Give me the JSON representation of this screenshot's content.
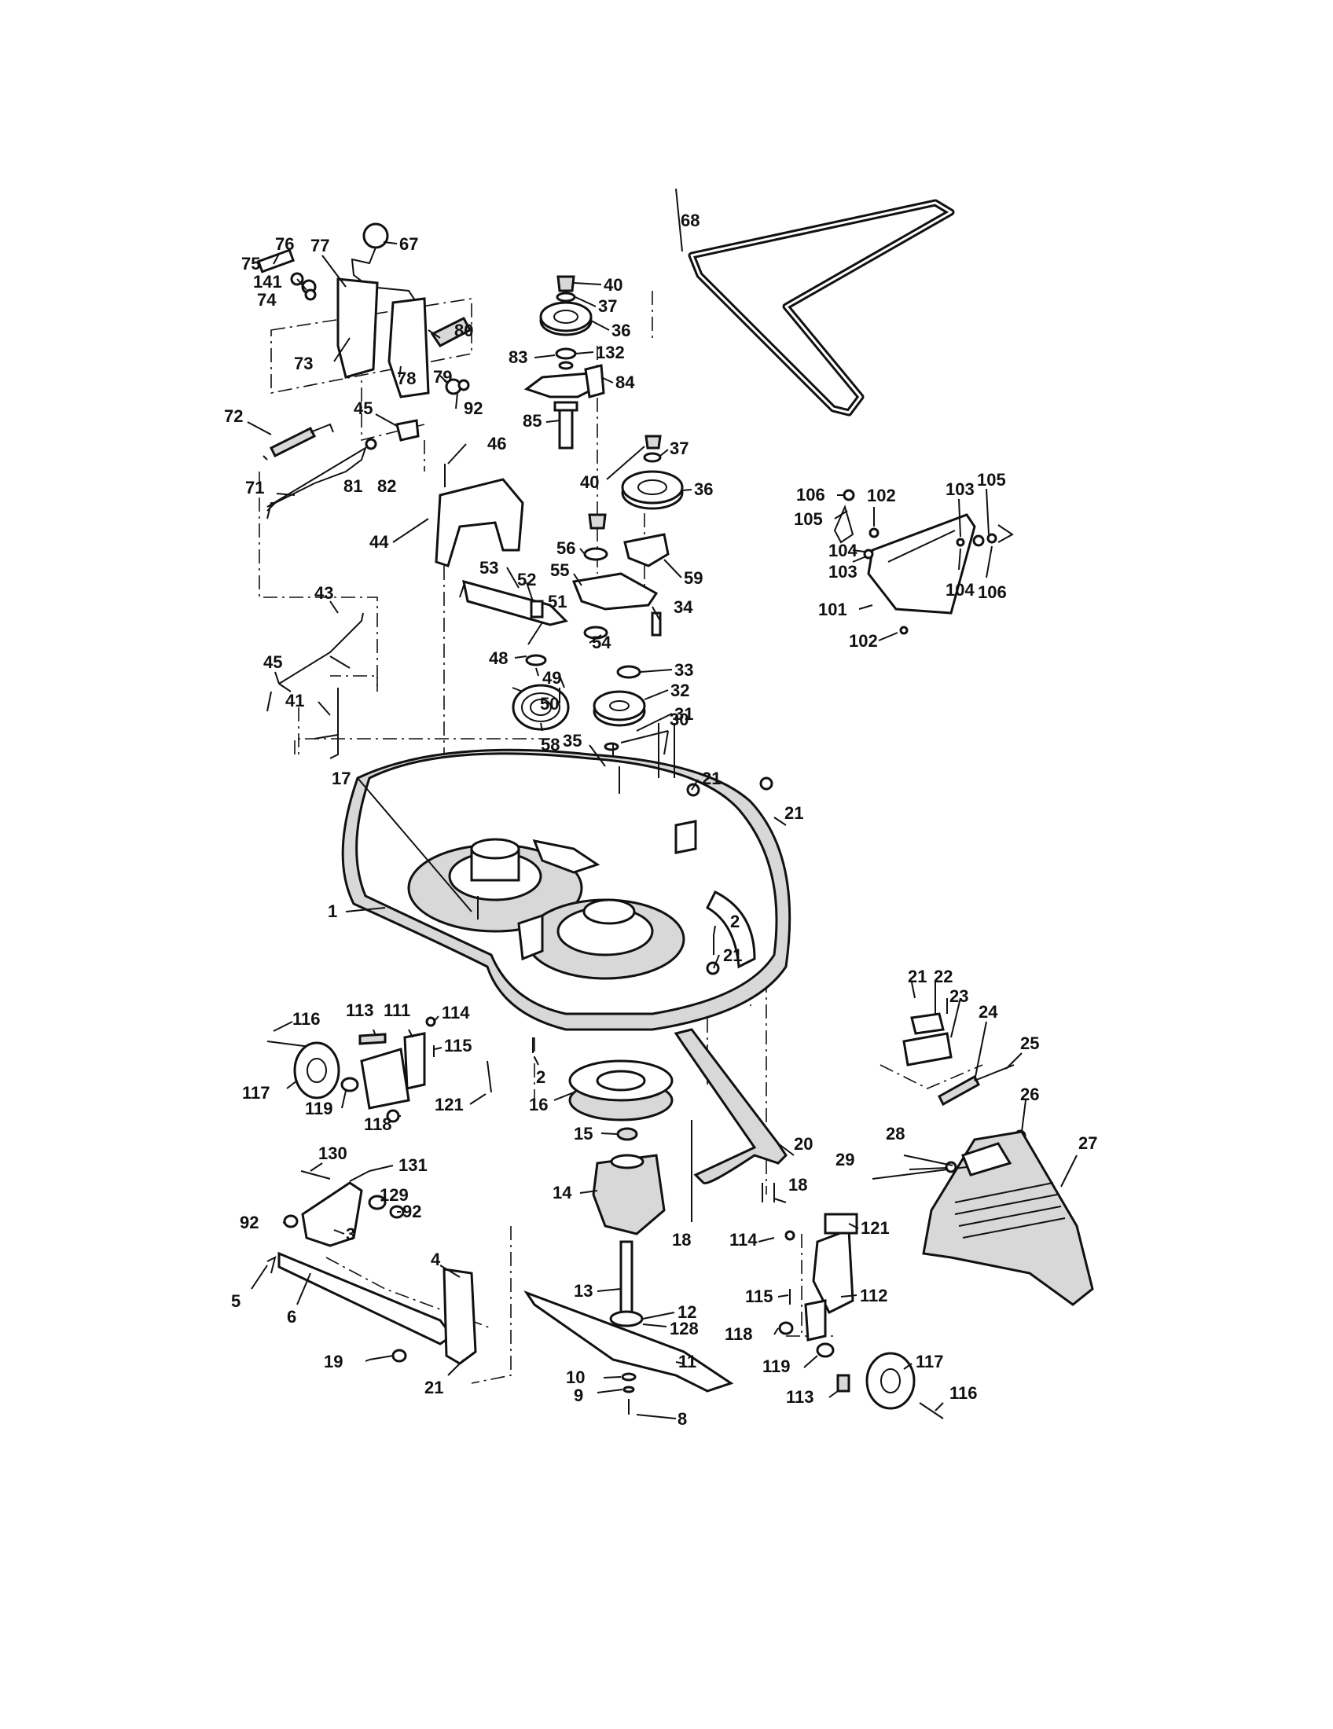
{
  "diagram": {
    "callouts": [
      {
        "id": "c67",
        "label": "67"
      },
      {
        "id": "c76",
        "label": "76"
      },
      {
        "id": "c77",
        "label": "77"
      },
      {
        "id": "c75",
        "label": "75"
      },
      {
        "id": "c141",
        "label": "141"
      },
      {
        "id": "c74",
        "label": "74"
      },
      {
        "id": "c73",
        "label": "73"
      },
      {
        "id": "c80",
        "label": "80"
      },
      {
        "id": "c78",
        "label": "78"
      },
      {
        "id": "c79",
        "label": "79"
      },
      {
        "id": "c92a",
        "label": "92"
      },
      {
        "id": "c72",
        "label": "72"
      },
      {
        "id": "c45a",
        "label": "45"
      },
      {
        "id": "c81",
        "label": "81"
      },
      {
        "id": "c82",
        "label": "82"
      },
      {
        "id": "c46",
        "label": "46"
      },
      {
        "id": "c71",
        "label": "71"
      },
      {
        "id": "c44",
        "label": "44"
      },
      {
        "id": "c43",
        "label": "43"
      },
      {
        "id": "c45b",
        "label": "45"
      },
      {
        "id": "c41",
        "label": "41"
      },
      {
        "id": "c40a",
        "label": "40"
      },
      {
        "id": "c37a",
        "label": "37"
      },
      {
        "id": "c36a",
        "label": "36"
      },
      {
        "id": "c83",
        "label": "83"
      },
      {
        "id": "c132",
        "label": "132"
      },
      {
        "id": "c84",
        "label": "84"
      },
      {
        "id": "c85",
        "label": "85"
      },
      {
        "id": "c68",
        "label": "68"
      },
      {
        "id": "c37b",
        "label": "37"
      },
      {
        "id": "c40b",
        "label": "40"
      },
      {
        "id": "c36b",
        "label": "36"
      },
      {
        "id": "c56",
        "label": "56"
      },
      {
        "id": "c55",
        "label": "55"
      },
      {
        "id": "c59",
        "label": "59"
      },
      {
        "id": "c53",
        "label": "53"
      },
      {
        "id": "c52",
        "label": "52"
      },
      {
        "id": "c51",
        "label": "51"
      },
      {
        "id": "c34",
        "label": "34"
      },
      {
        "id": "c54",
        "label": "54"
      },
      {
        "id": "c33",
        "label": "33"
      },
      {
        "id": "c48",
        "label": "48"
      },
      {
        "id": "c49",
        "label": "49"
      },
      {
        "id": "c32",
        "label": "32"
      },
      {
        "id": "c50",
        "label": "50"
      },
      {
        "id": "c31",
        "label": "31"
      },
      {
        "id": "c58",
        "label": "58"
      },
      {
        "id": "c35",
        "label": "35"
      },
      {
        "id": "c30",
        "label": "30"
      },
      {
        "id": "c106a",
        "label": "106"
      },
      {
        "id": "c105a",
        "label": "105"
      },
      {
        "id": "c102a",
        "label": "102"
      },
      {
        "id": "c104a",
        "label": "104"
      },
      {
        "id": "c103a",
        "label": "103"
      },
      {
        "id": "c101",
        "label": "101"
      },
      {
        "id": "c102b",
        "label": "102"
      },
      {
        "id": "c103b",
        "label": "103"
      },
      {
        "id": "c105b",
        "label": "105"
      },
      {
        "id": "c104b",
        "label": "104"
      },
      {
        "id": "c106b",
        "label": "106"
      },
      {
        "id": "c21a",
        "label": "21"
      },
      {
        "id": "c21b",
        "label": "21"
      },
      {
        "id": "c17",
        "label": "17"
      },
      {
        "id": "c1",
        "label": "1"
      },
      {
        "id": "c2a",
        "label": "2"
      },
      {
        "id": "c21c",
        "label": "21"
      },
      {
        "id": "c21d",
        "label": "21"
      },
      {
        "id": "c22",
        "label": "22"
      },
      {
        "id": "c23",
        "label": "23"
      },
      {
        "id": "c24",
        "label": "24"
      },
      {
        "id": "c25",
        "label": "25"
      },
      {
        "id": "c26",
        "label": "26"
      },
      {
        "id": "c116a",
        "label": "116"
      },
      {
        "id": "c113a",
        "label": "113"
      },
      {
        "id": "c111",
        "label": "111"
      },
      {
        "id": "c114a",
        "label": "114"
      },
      {
        "id": "c115a",
        "label": "115"
      },
      {
        "id": "c117a",
        "label": "117"
      },
      {
        "id": "c119a",
        "label": "119"
      },
      {
        "id": "c118a",
        "label": "118"
      },
      {
        "id": "c121a",
        "label": "121"
      },
      {
        "id": "c2b",
        "label": "2"
      },
      {
        "id": "c16",
        "label": "16"
      },
      {
        "id": "c15",
        "label": "15"
      },
      {
        "id": "c20",
        "label": "20"
      },
      {
        "id": "c28",
        "label": "28"
      },
      {
        "id": "c29",
        "label": "29"
      },
      {
        "id": "c27",
        "label": "27"
      },
      {
        "id": "c130",
        "label": "130"
      },
      {
        "id": "c131",
        "label": "131"
      },
      {
        "id": "c129",
        "label": "129"
      },
      {
        "id": "c92b",
        "label": "92"
      },
      {
        "id": "c92c",
        "label": "92"
      },
      {
        "id": "c3",
        "label": "3"
      },
      {
        "id": "c14",
        "label": "14"
      },
      {
        "id": "c18a",
        "label": "18"
      },
      {
        "id": "c18b",
        "label": "18"
      },
      {
        "id": "c114b",
        "label": "114"
      },
      {
        "id": "c121b",
        "label": "121"
      },
      {
        "id": "c4",
        "label": "4"
      },
      {
        "id": "c5",
        "label": "5"
      },
      {
        "id": "c6",
        "label": "6"
      },
      {
        "id": "c13",
        "label": "13"
      },
      {
        "id": "c115b",
        "label": "115"
      },
      {
        "id": "c112",
        "label": "112"
      },
      {
        "id": "c12",
        "label": "12"
      },
      {
        "id": "c128",
        "label": "128"
      },
      {
        "id": "c118b",
        "label": "118"
      },
      {
        "id": "c11",
        "label": "11"
      },
      {
        "id": "c19",
        "label": "19"
      },
      {
        "id": "c21e",
        "label": "21"
      },
      {
        "id": "c119b",
        "label": "119"
      },
      {
        "id": "c117b",
        "label": "117"
      },
      {
        "id": "c10",
        "label": "10"
      },
      {
        "id": "c9",
        "label": "9"
      },
      {
        "id": "c113b",
        "label": "113"
      },
      {
        "id": "c116b",
        "label": "116"
      },
      {
        "id": "c8",
        "label": "8"
      }
    ]
  }
}
